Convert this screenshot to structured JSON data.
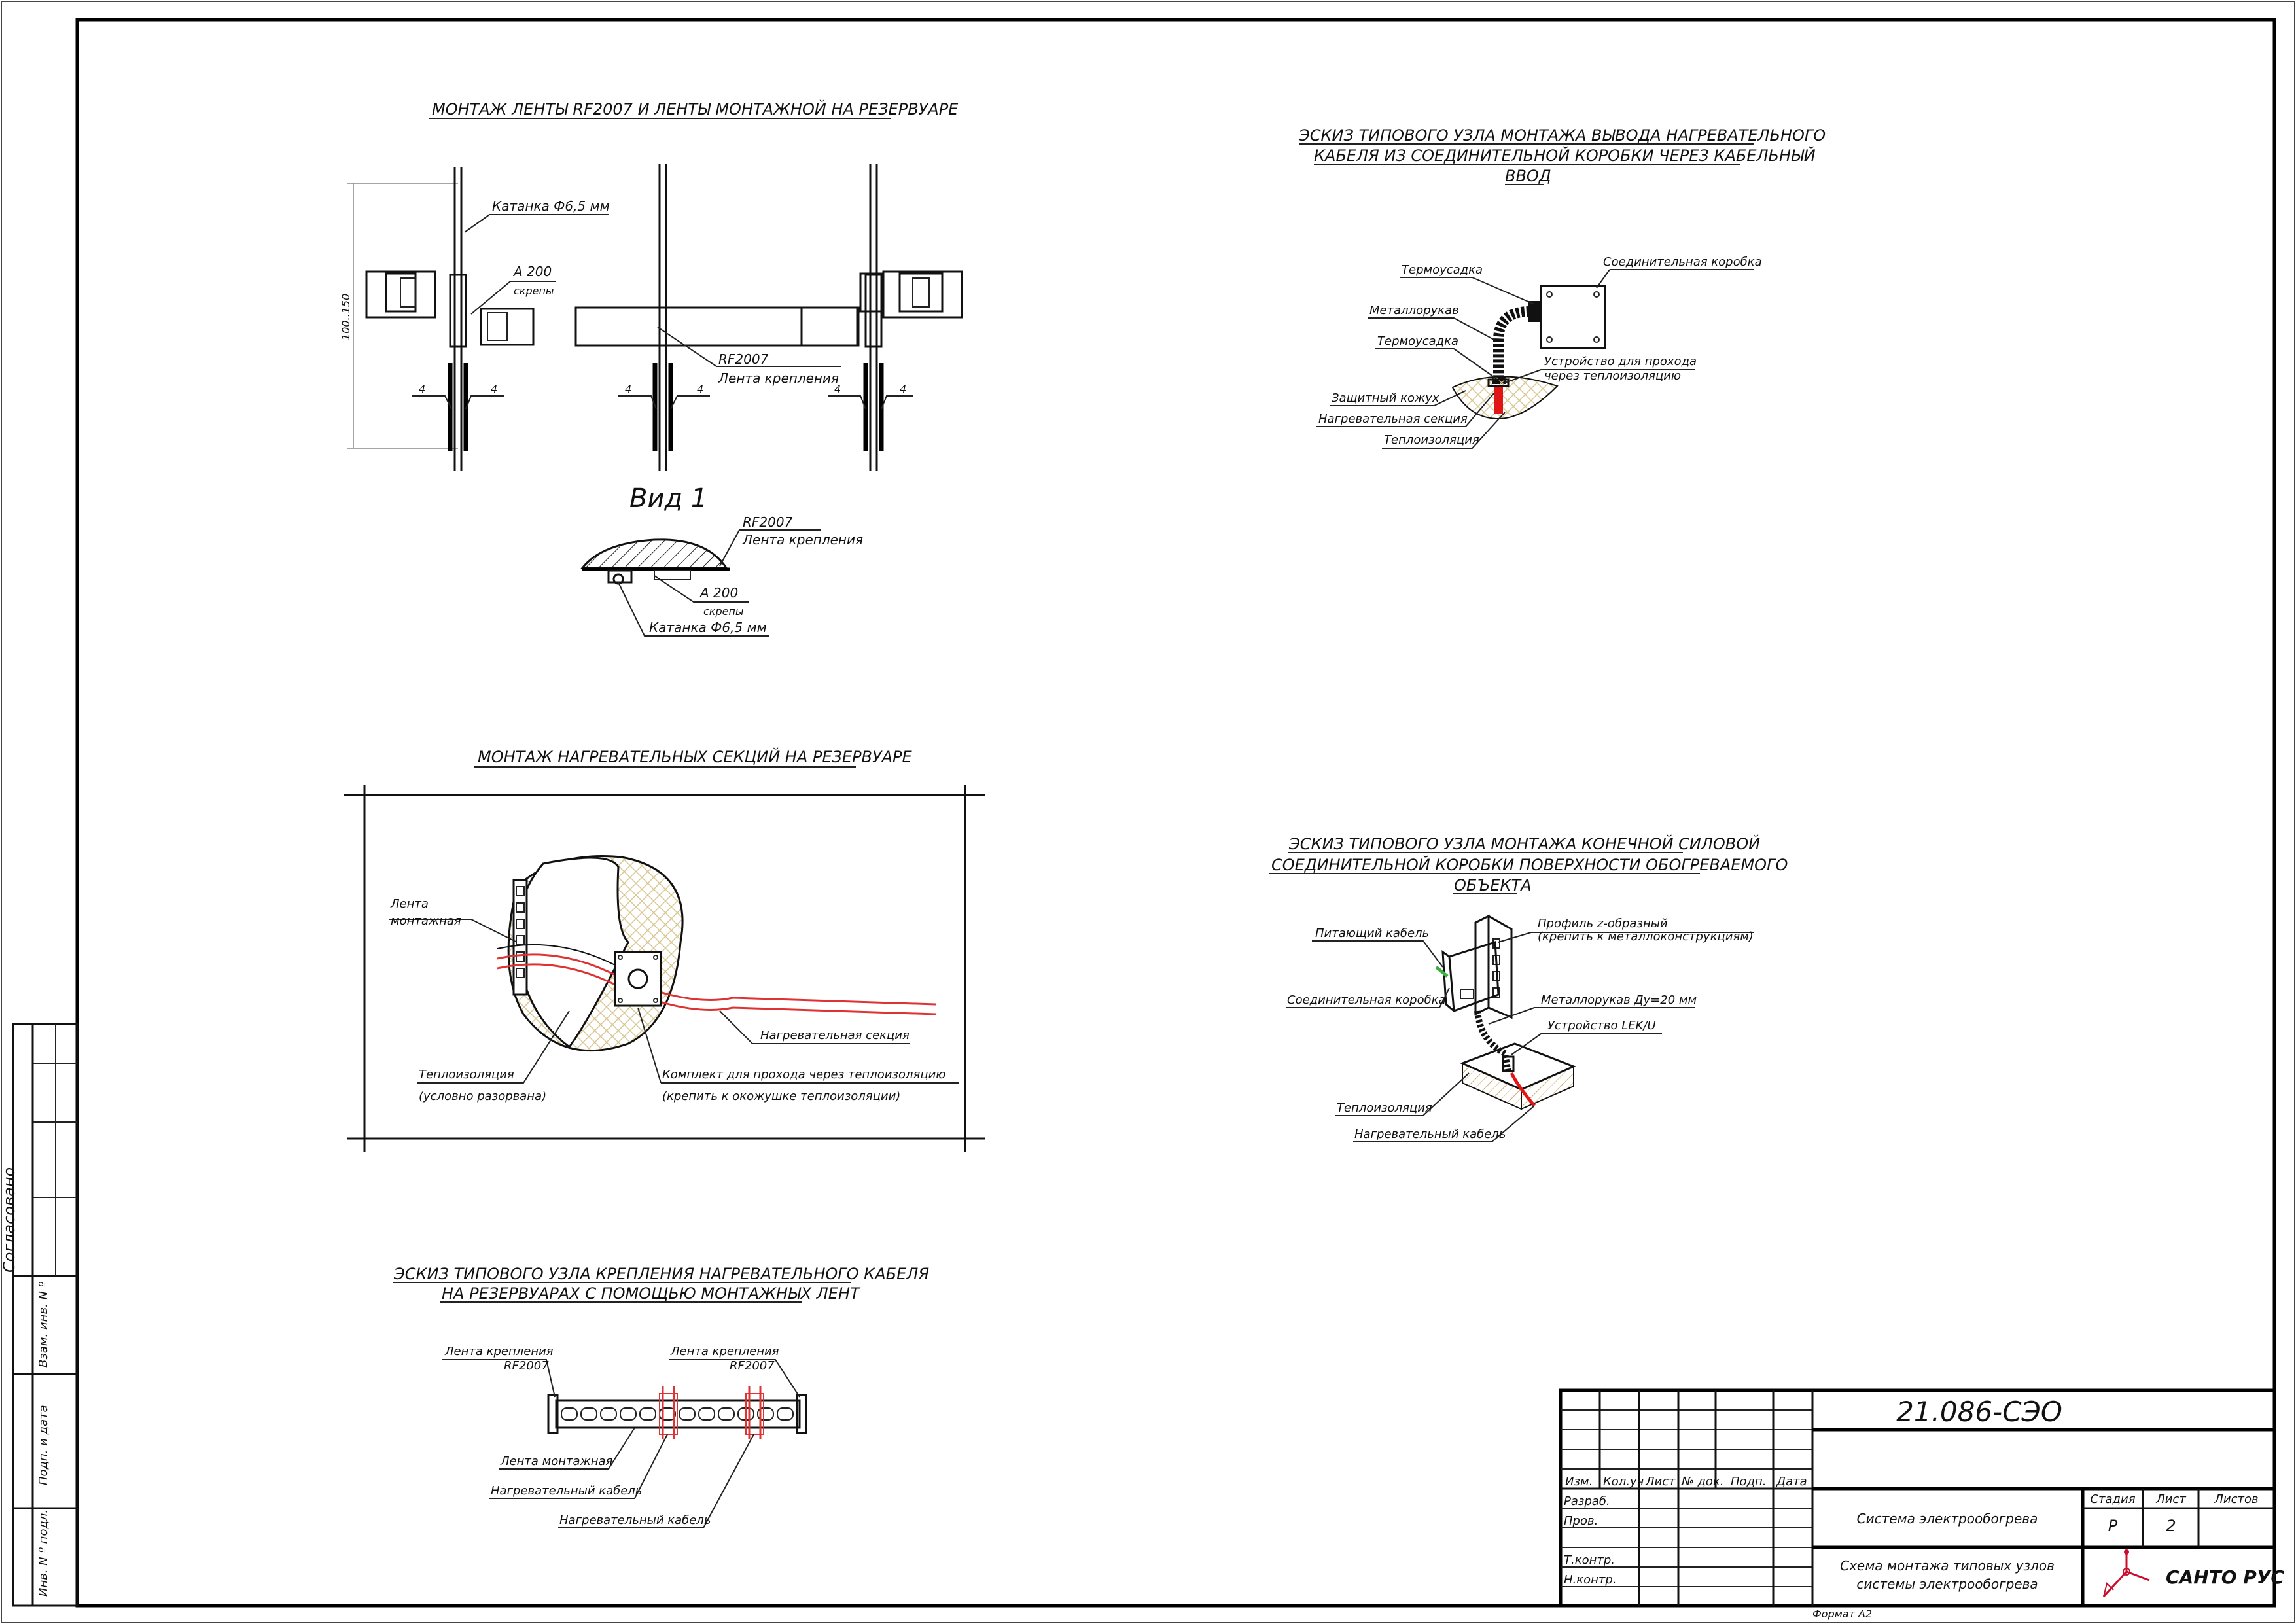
{
  "frame": {
    "signature_label": "Согласовано",
    "format_label": "Формат  А2"
  },
  "left_stamp": {
    "rows": [
      "Взам. инв. N º",
      "Подп. и дата",
      "Инв. N º подл."
    ]
  },
  "sections": {
    "tape_mount": {
      "title": "МОНТАЖ ЛЕНТЫ  RF2007  И ЛЕНТЫ МОНТАЖНОЙ НА РЕЗЕРВУАРЕ",
      "rod_label": "Катанка  Ф6,5 мм",
      "clip_label": "А 200",
      "clip_sub": "скрепы",
      "band_label": "RF2007",
      "band_sub": "Лента крепления",
      "dim_text": "100..150",
      "weld_labels": [
        "4",
        "4",
        "4",
        "4",
        "4",
        "4"
      ],
      "view_label": "Вид 1",
      "view_band_label": "RF2007",
      "view_band_sub": "Лента крепления",
      "view_clip_label": "А 200",
      "view_clip_sub": "скрепы",
      "view_rod_label": "Катанка  Ф6,5 мм"
    },
    "cable_outlet": {
      "title_lines": [
        "ЭСКИЗ ТИПОВОГО УЗЛА МОНТАЖА ВЫВОДА НАГРЕВАТЕЛЬНОГО",
        "КАБЕЛЯ ИЗ СОЕДИНИТЕЛЬНОЙ КОРОБКИ ЧЕРЕЗ КАБЕЛЬНЫЙ",
        "ВВОД"
      ],
      "labels": {
        "heat_shrink_top": "Термоусадка",
        "junction_box": "Соединительная коробка",
        "metal_hose": "Металлорукав",
        "heat_shrink_bottom": "Термоусадка",
        "pass_device_1": "Устройство для прохода",
        "pass_device_2": "через теплоизоляцию",
        "casing": "Защитный кожух",
        "heating_section": "Нагревательная секция",
        "insulation": "Теплоизоляция"
      }
    },
    "heating_sections": {
      "title": "МОНТАЖ НАГРЕВАТЕЛЬНЫХ СЕКЦИЙ НА РЕЗЕРВУАРЕ",
      "labels": {
        "tape_1": "Лента",
        "tape_2": "монтажная",
        "heating_section": "Нагревательная секция",
        "insulation": "Теплоизоляция",
        "insulation_note": "(условно разорвана)",
        "kit": "Комплект для прохода через теплоизоляцию",
        "kit_note": "(крепить к окожушке теплоизоляции)"
      }
    },
    "end_box": {
      "title_lines": [
        "ЭСКИЗ ТИПОВОГО УЗЛА МОНТАЖА КОНЕЧНОЙ СИЛОВОЙ",
        "СОЕДИНИТЕЛЬНОЙ КОРОБКИ ПОВЕРХНОСТИ ОБОГРЕВАЕМОГО",
        "ОБЪЕКТА"
      ],
      "labels": {
        "power_cable": "Питающий кабель",
        "profile": "Профиль  z-образный",
        "profile_note": "(крепить к металлоконструкциям)",
        "junction_box": "Соединительная коробка",
        "metal_hose": "Металлорукав Ду=20  мм",
        "device": "Устройство  LEK/U",
        "insulation": "Теплоизоляция",
        "heating_cable": "Нагревательный кабель"
      }
    },
    "cable_fix": {
      "title_lines": [
        "ЭСКИЗ ТИПОВОГО УЗЛА КРЕПЛЕНИЯ НАГРЕВАТЕЛЬНОГО КАБЕЛЯ",
        "НА РЕЗЕРВУАРАХ С ПОМОЩЬЮ МОНТАЖНЫХ ЛЕНТ"
      ],
      "labels": {
        "band_left": "Лента крепления",
        "band_left_code": "RF2007",
        "band_right": "Лента крепления",
        "band_right_code": "RF2007",
        "mount_tape": "Лента монтажная",
        "heating_cable_1": "Нагревательный кабель",
        "heating_cable_2": "Нагревательный кабель"
      }
    }
  },
  "title_block": {
    "doc_number": "21.086-СЭО",
    "col_headers": [
      "Изм.",
      "Кол.уч",
      "Лист",
      "№ док.",
      "Подп.",
      "Дата"
    ],
    "roles": [
      "Разраб.",
      "Пров.",
      "",
      "Т.контр.",
      "Н.контр."
    ],
    "system_name": "Система электрообогрева",
    "stage_header": "Стадия",
    "sheet_header": "Лист",
    "sheets_header": "Листов",
    "stage_value": "Р",
    "sheet_value": "2",
    "sheets_value": "",
    "drawing_title_1": "Схема монтажа типовых узлов",
    "drawing_title_2": "системы электрообогрева",
    "company": "САНТО РУС",
    "company_color": "#c8102e"
  }
}
